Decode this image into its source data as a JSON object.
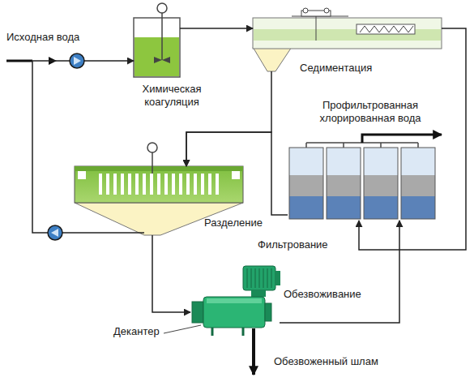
{
  "diagram": {
    "nodes": [
      {
        "text": [
          "Химическая коагуляция"
        ]
      },
      {
        "text": [
          "Седиментация"
        ]
      },
      {
        "text": [
          "Разделение"
        ]
      },
      {
        "text": [
          "Фильтрование"
        ]
      },
      {
        "text": [
          "Обезвоживание",
          "Декантер"
        ]
      }
    ],
    "edges": [
      {
        "from": 0,
        "to": 1,
        "arrow": "to"
      },
      {
        "from": 1,
        "to": 2,
        "arrow": "to"
      },
      {
        "from": 3,
        "to": 2,
        "arrow": "to"
      },
      {
        "from": 1,
        "to": 3,
        "arrow": "to"
      },
      {
        "from": 2,
        "to": 4,
        "arrow": "to"
      },
      {
        "from": 4,
        "to": 3,
        "arrow": "to"
      },
      {
        "from": 2,
        "to": 0,
        "arrow": "to"
      }
    ],
    "labels": [
      "Исходная вода",
      "Профильтрованная хлорированная вода",
      "Обезвоженный шлам"
    ]
  }
}
